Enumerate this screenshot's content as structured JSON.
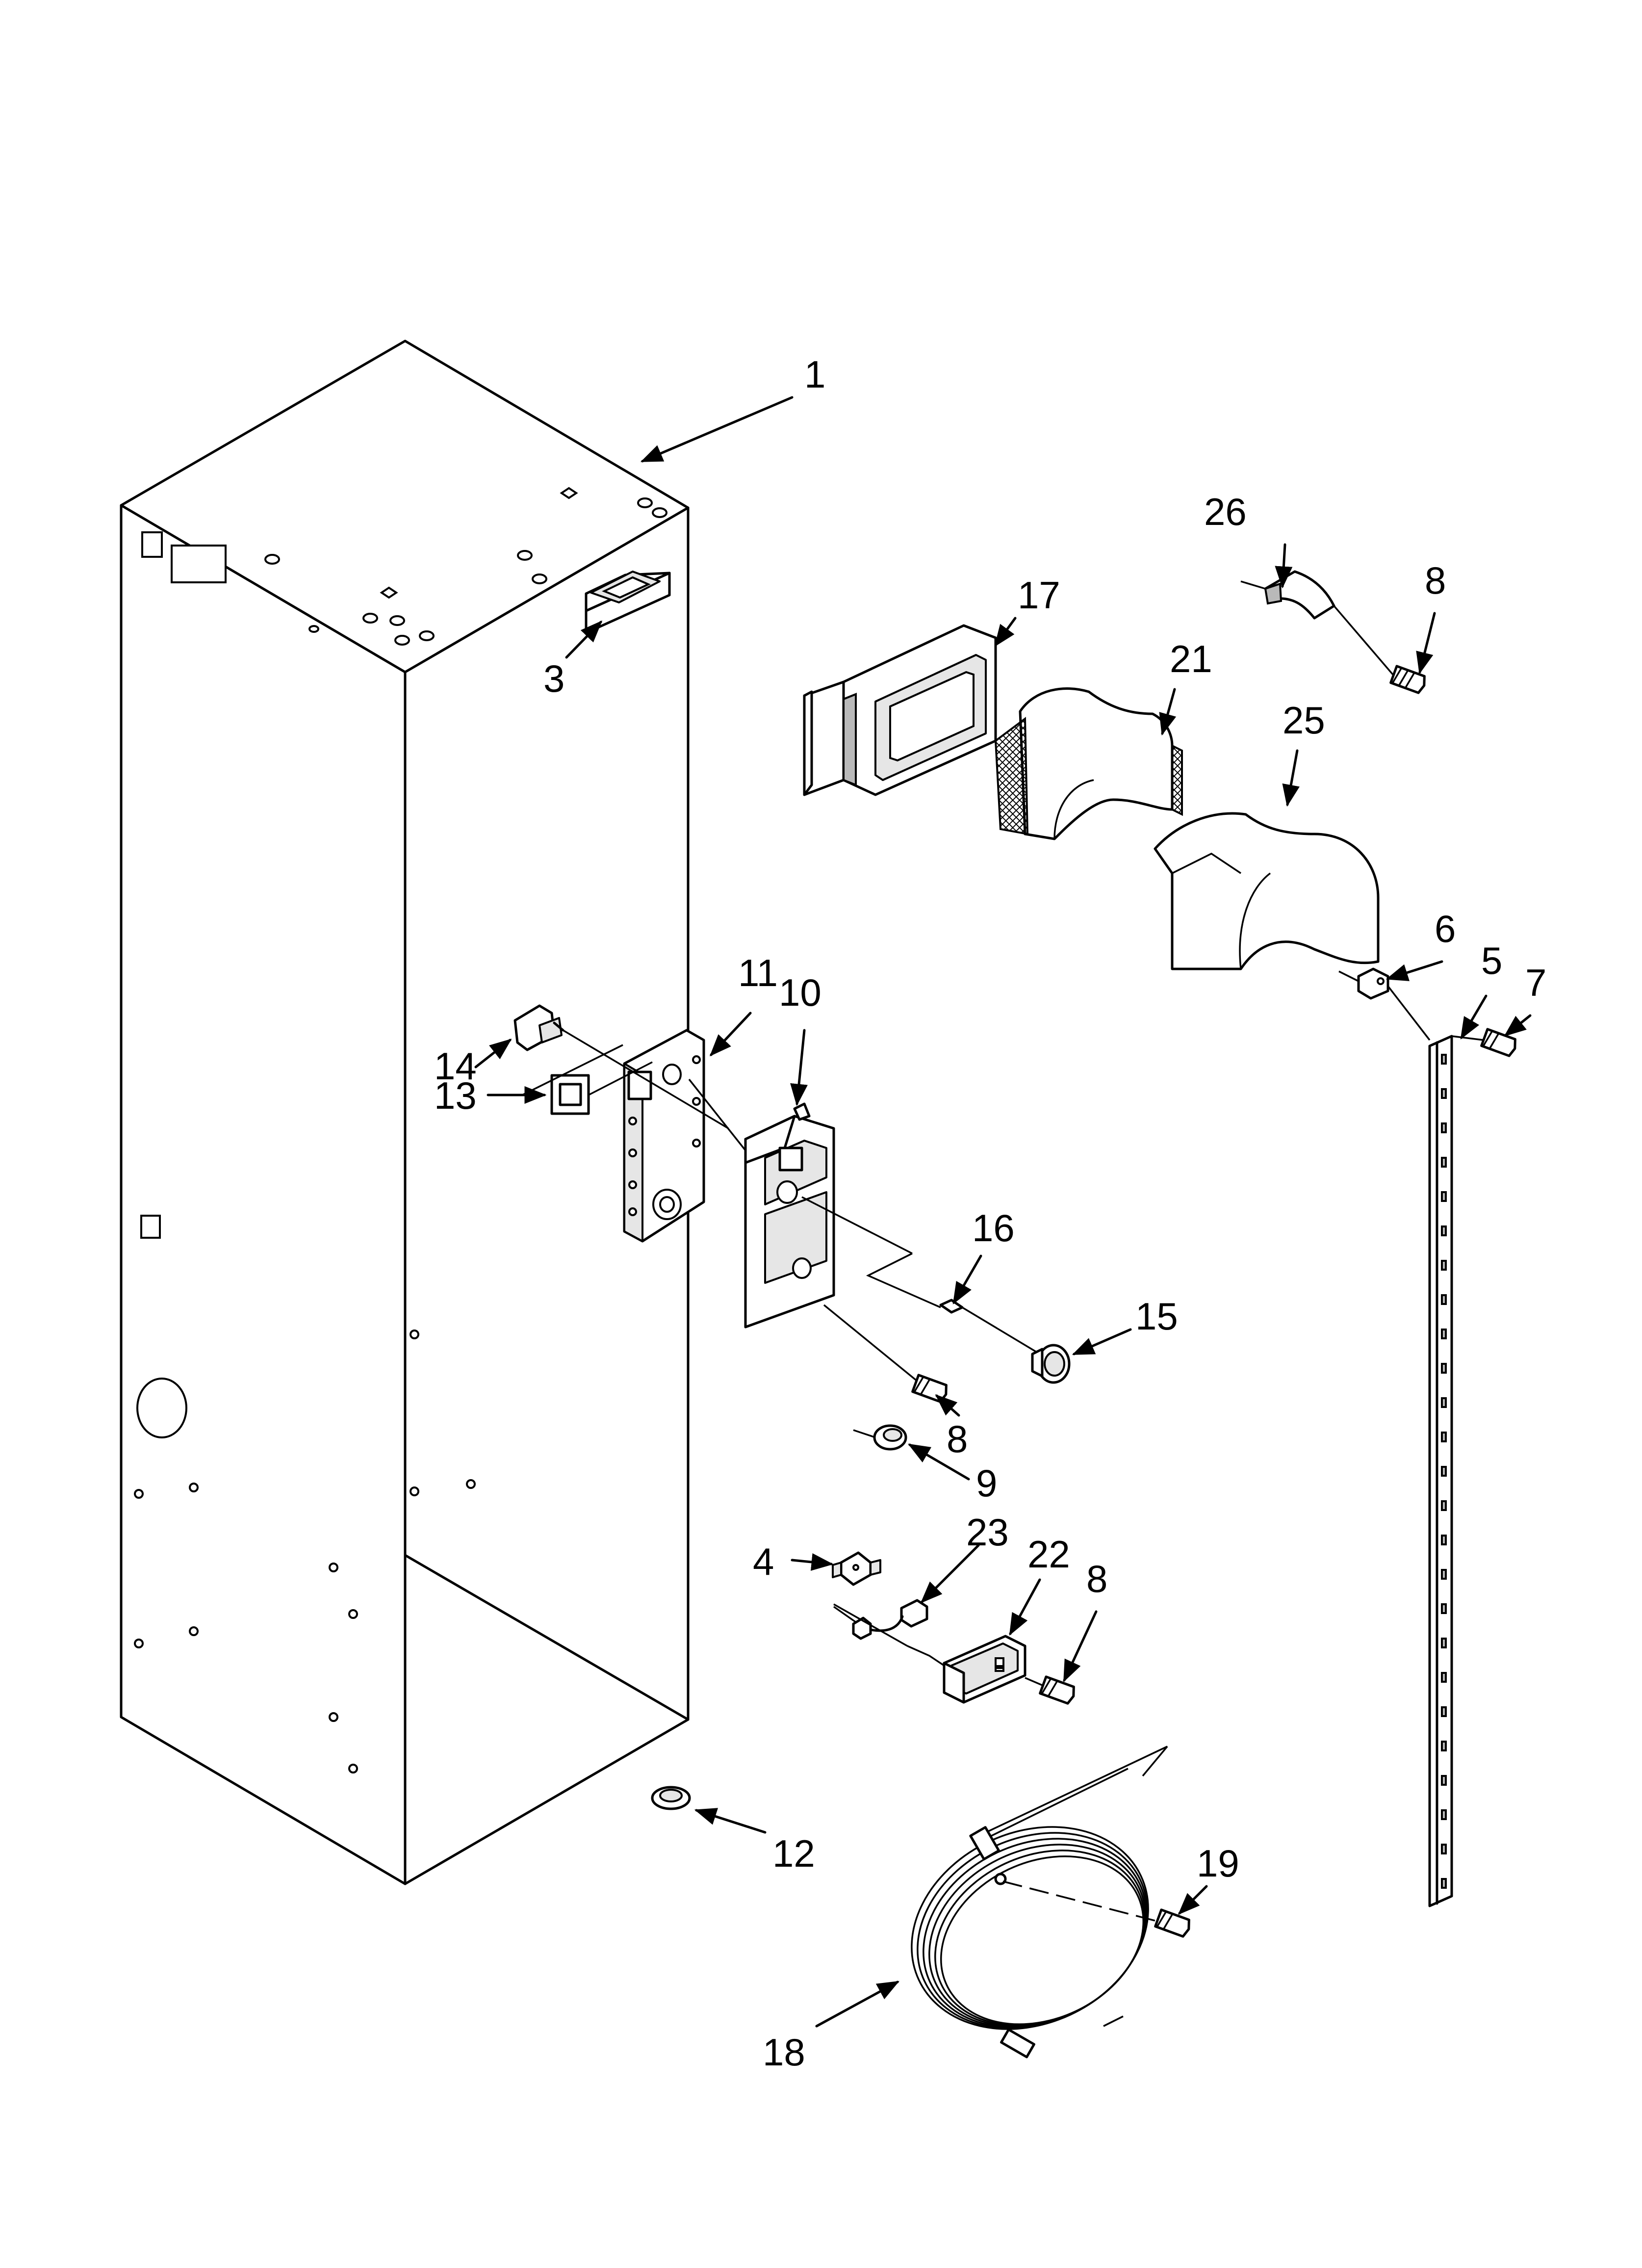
{
  "callouts": [
    {
      "id": "1",
      "text": "1"
    },
    {
      "id": "3",
      "text": "3"
    },
    {
      "id": "4",
      "text": "4"
    },
    {
      "id": "5",
      "text": "5"
    },
    {
      "id": "6",
      "text": "6"
    },
    {
      "id": "7",
      "text": "7"
    },
    {
      "id": "8a",
      "text": "8"
    },
    {
      "id": "8b",
      "text": "8"
    },
    {
      "id": "8c",
      "text": "8"
    },
    {
      "id": "9",
      "text": "9"
    },
    {
      "id": "10",
      "text": "10"
    },
    {
      "id": "11",
      "text": "11"
    },
    {
      "id": "12",
      "text": "12"
    },
    {
      "id": "13",
      "text": "13"
    },
    {
      "id": "14",
      "text": "14"
    },
    {
      "id": "15",
      "text": "15"
    },
    {
      "id": "16",
      "text": "16"
    },
    {
      "id": "17",
      "text": "17"
    },
    {
      "id": "18",
      "text": "18"
    },
    {
      "id": "19",
      "text": "19"
    },
    {
      "id": "21",
      "text": "21"
    },
    {
      "id": "22",
      "text": "22"
    },
    {
      "id": "23",
      "text": "23"
    },
    {
      "id": "25",
      "text": "25"
    },
    {
      "id": "26",
      "text": "26"
    }
  ]
}
